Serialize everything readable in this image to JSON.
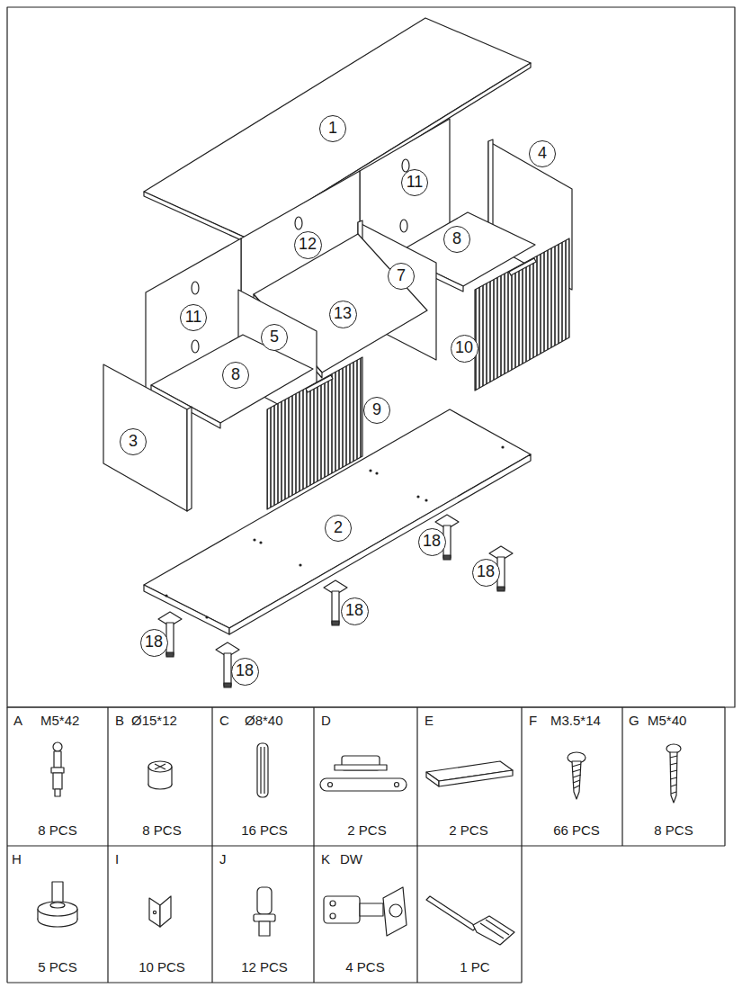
{
  "diagram": {
    "labels": [
      "1",
      "11",
      "4",
      "12",
      "8",
      "7",
      "11",
      "13",
      "5",
      "10",
      "8",
      "9",
      "3",
      "2",
      "18",
      "18",
      "18",
      "18",
      "18",
      "A",
      "M5*42",
      "8 PCS",
      "B",
      "Ø15*12",
      "8 PCS",
      "C",
      "Ø8*40",
      "16 PCS",
      "D",
      "2 PCS",
      "E",
      "2 PCS",
      "F",
      "M3.5*14",
      "66 PCS",
      "G",
      "M5*40",
      "8 PCS",
      "H",
      "5 PCS",
      "I",
      "10 PCS",
      "J",
      "12 PCS",
      "K",
      "DW",
      "4 PCS",
      "1 PC"
    ]
  }
}
